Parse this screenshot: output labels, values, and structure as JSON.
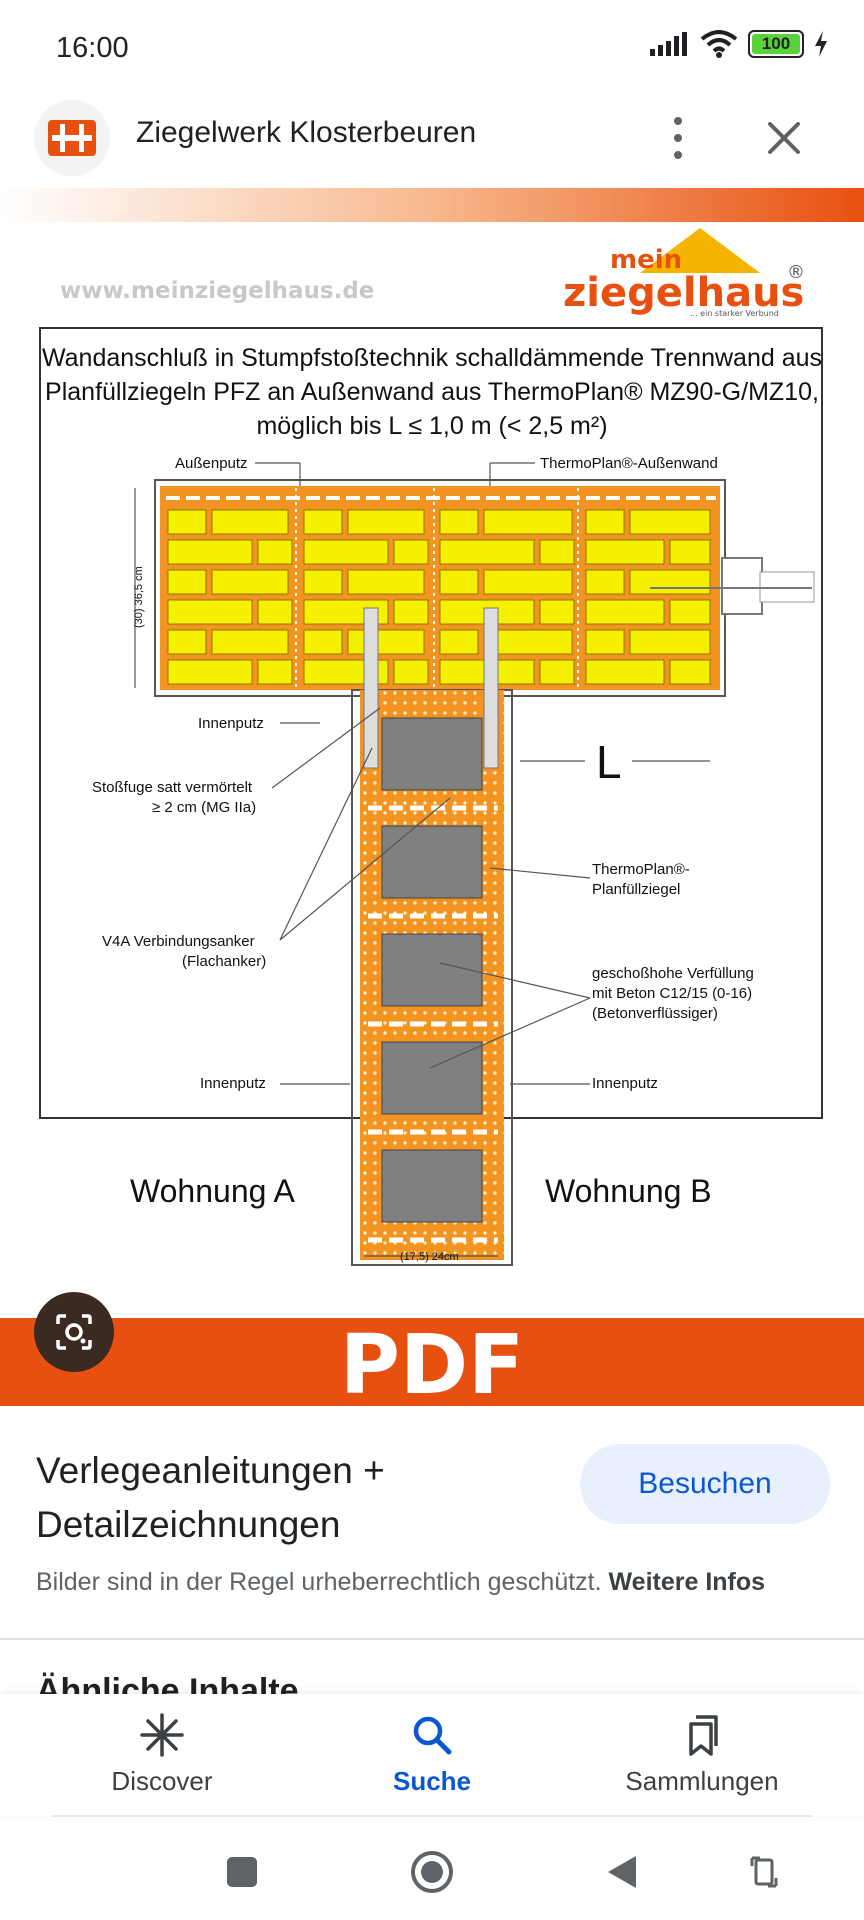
{
  "status": {
    "time": "16:00",
    "battery": "100"
  },
  "header": {
    "title": "Ziegelwerk Klosterbeuren"
  },
  "image": {
    "website": "www.meinziegelhaus.de",
    "brand_mein": "mein",
    "brand_ziegelhaus": "ziegelhaus",
    "brand_tagline": "... ein starker Verbund",
    "brand_reg": "®",
    "drawing_title_1": "Wandanschluß in Stumpfstoßtechnik schalldämmende Trennwand aus",
    "drawing_title_2": "Planfüllziegeln PFZ an Außenwand aus ThermoPlan® MZ90-G/MZ10,",
    "drawing_title_3": "möglich bis L ≤ 1,0 m (< 2,5 m²)",
    "label_aussenputz": "Außenputz",
    "label_thermoplan_aussenwand": "ThermoPlan®-Außenwand",
    "label_dim_vertical": "(30) 36,5 cm",
    "label_innenputz_top": "Innenputz",
    "label_L": "L",
    "label_stossfuge_1": "Stoßfuge satt vermörtelt",
    "label_stossfuge_2": "≥ 2 cm (MG IIa)",
    "label_pfz_1": "ThermoPlan®-",
    "label_pfz_2": "Planfüllziegel",
    "label_anker_1": "V4A Verbindungsanker",
    "label_anker_2": "(Flachanker)",
    "label_verfuell_1": "geschoßhohe Verfüllung",
    "label_verfuell_2": "mit Beton C12/15 (0-16)",
    "label_verfuell_3": "(Betonverflüssiger)",
    "label_innenputz_left": "Innenputz",
    "label_innenputz_right": "Innenputz",
    "label_wohnung_a": "Wohnung A",
    "label_wohnung_b": "Wohnung B",
    "label_dim_bottom": "(17,5) 24cm",
    "pdf_banner": "PDF"
  },
  "result": {
    "heading": "Verlegeanleitungen + Detailzeichnungen",
    "visit_label": "Besuchen",
    "copyright_text": "Bilder sind in der Regel urheberrechtlich geschützt.",
    "more_info_label": "Weitere Infos",
    "similar_heading": "Ähnliche Inhalte"
  },
  "nav": {
    "discover": "Discover",
    "search": "Suche",
    "collections": "Sammlungen"
  },
  "colors": {
    "accent": "#0b57d0",
    "orange": "#e8500f",
    "brick": "#f39322",
    "insulation": "#f5f000"
  }
}
